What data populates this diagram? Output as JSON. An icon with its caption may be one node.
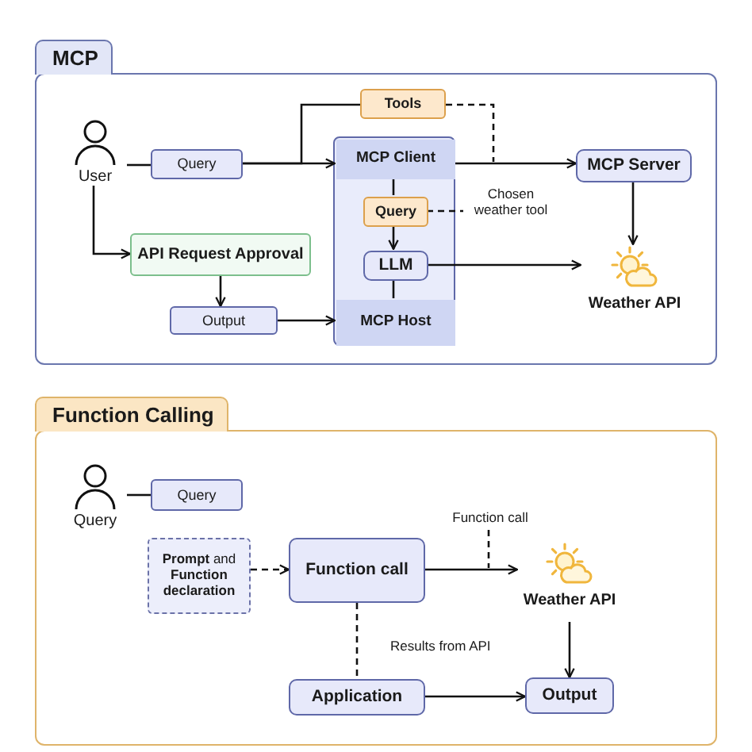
{
  "diagram": {
    "nodes": [
      {
        "text": [
          "MCP"
        ]
      },
      {
        "text": [
          "User"
        ],
        "in": 0
      },
      {
        "text": [
          "Query"
        ],
        "in": 0
      },
      {
        "text": [
          "Tools"
        ],
        "in": 0
      },
      {
        "text": [],
        "shape": "box",
        "in": 0
      },
      {
        "text": [
          "MCP Client"
        ],
        "in": 4
      },
      {
        "text": [
          "Query"
        ],
        "in": 4
      },
      {
        "text": [
          "LLM"
        ],
        "in": 4
      },
      {
        "text": [
          "MCP Host"
        ],
        "in": 4
      },
      {
        "text": [
          "MCP Server"
        ],
        "in": 0
      },
      {
        "text": [
          "Chosen weather tool"
        ],
        "in": 0
      },
      {
        "text": [
          "Weather API"
        ],
        "in": 0
      },
      {
        "text": [
          "API Request Approval"
        ],
        "in": 0
      },
      {
        "text": [
          "Output"
        ],
        "in": 0
      },
      {
        "text": [
          "Function Calling"
        ]
      },
      {
        "text": [
          "Query"
        ],
        "in": 14
      },
      {
        "text": [
          "Query"
        ],
        "in": 14
      },
      {
        "text": [
          "**Prompt** and **Function declaration**"
        ],
        "in": 14
      },
      {
        "text": [
          "Function call"
        ],
        "in": 14
      },
      {
        "text": [
          "Weather API"
        ],
        "in": 14
      },
      {
        "text": [
          "Output"
        ],
        "in": 14
      },
      {
        "text": [
          "Application"
        ],
        "in": 14
      },
      {
        "text": [
          "Function call"
        ],
        "in": 14
      }
    ],
    "edges": [
      {
        "from": 1,
        "to": 2,
        "arrow": "none"
      },
      {
        "from": 2,
        "to": 5,
        "arrow": "to"
      },
      {
        "from": 2,
        "to": 3,
        "arrow": "none"
      },
      {
        "from": 3,
        "to": null,
        "arrow": "none",
        "style": "dashed"
      },
      {
        "from": 5,
        "to": 9,
        "arrow": "to"
      },
      {
        "from": 5,
        "to": 6,
        "arrow": "none"
      },
      {
        "from": 6,
        "to": 7,
        "arrow": "to"
      },
      {
        "from": 6,
        "to": 10,
        "arrow": "none",
        "style": "dashed"
      },
      {
        "from": 7,
        "to": 8,
        "arrow": "none"
      },
      {
        "from": 7,
        "to": 11,
        "arrow": "to"
      },
      {
        "from": 9,
        "to": 11,
        "arrow": "to"
      },
      {
        "from": 1,
        "to": 12,
        "arrow": "to"
      },
      {
        "from": 12,
        "to": 13,
        "arrow": "to"
      },
      {
        "from": 13,
        "to": 8,
        "arrow": "to"
      },
      {
        "from": 15,
        "to": 16,
        "arrow": "none"
      },
      {
        "from": 17,
        "to": 18,
        "arrow": "to",
        "style": "dashed"
      },
      {
        "from": 18,
        "to": 19,
        "arrow": "to"
      },
      {
        "from": 22,
        "to": null,
        "arrow": "none",
        "style": "dashed"
      },
      {
        "from": 18,
        "to": 21,
        "arrow": "none",
        "style": "dashed"
      },
      {
        "from": 19,
        "to": 20,
        "arrow": "to"
      },
      {
        "from": 21,
        "to": 20,
        "arrow": "to"
      }
    ],
    "labels": [
      "Results from API"
    ]
  }
}
